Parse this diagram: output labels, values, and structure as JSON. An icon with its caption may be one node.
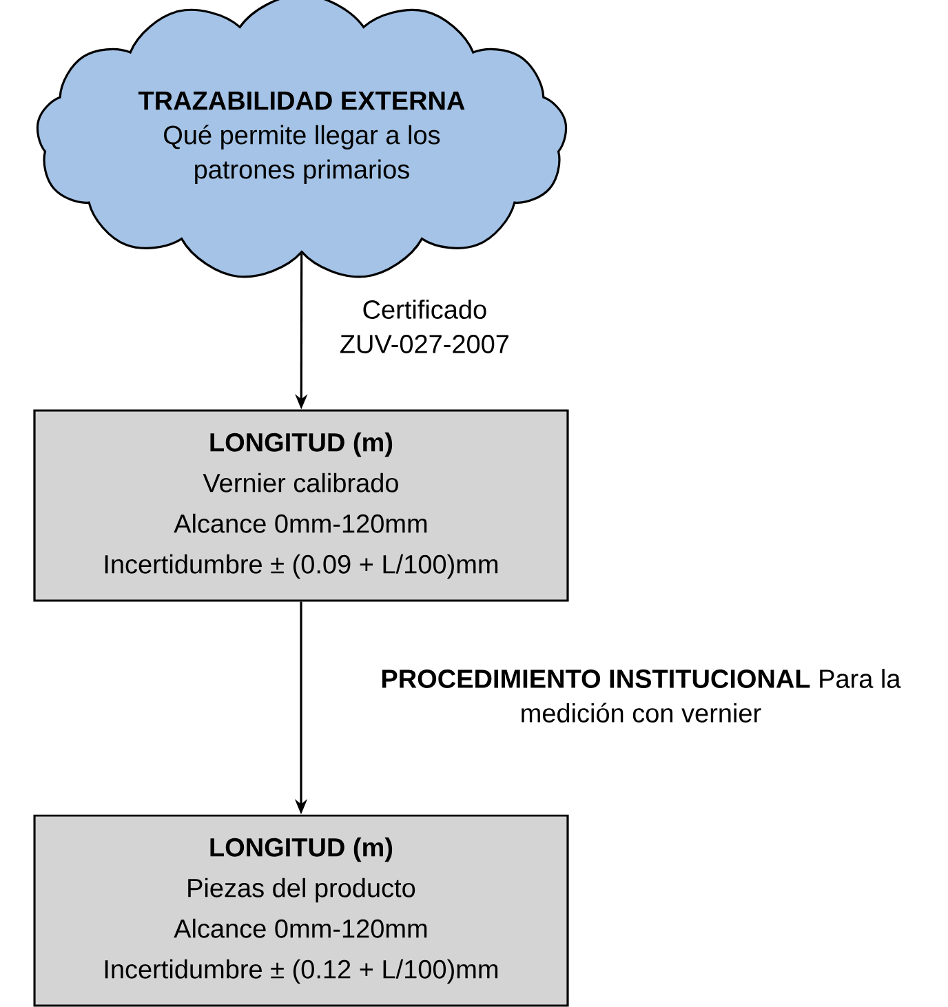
{
  "diagram": {
    "nodes": [
      {
        "text": [
          "TRAZABILIDAD EXTERNA",
          "Qué permite llegar a los patrones primarios"
        ]
      },
      {
        "text": [
          "LONGITUD (m)",
          "Vernier calibrado",
          "Alcance 0mm-120mm",
          "Incertidumbre ± (0.09 + L/100)mm"
        ]
      },
      {
        "text": [
          "LONGITUD (m)",
          "Piezas del producto",
          "Alcance 0mm-120mm",
          "Incertidumbre ± (0.12 + L/100)mm"
        ]
      }
    ],
    "edges": [
      {
        "from": 0,
        "to": 1,
        "arrow": "to",
        "label": "Certificado ZUV-027-2007"
      },
      {
        "from": 1,
        "to": 2,
        "arrow": "to",
        "label": "**PROCEDIMIENTO INSTITUCIONAL** Para la medición con vernier"
      }
    ]
  }
}
